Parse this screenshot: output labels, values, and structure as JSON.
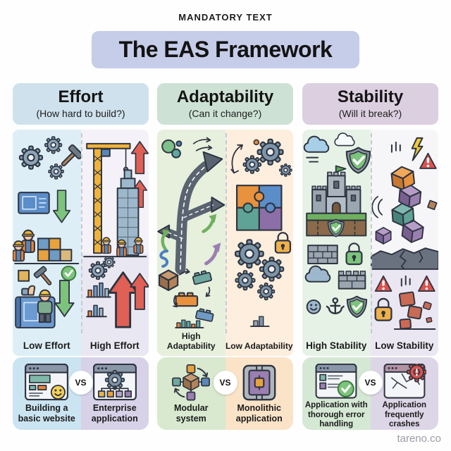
{
  "page": {
    "kicker": "MANDATORY TEXT",
    "title": "The EAS Framework",
    "vs_label": "VS",
    "watermark": "tareno.co"
  },
  "colors": {
    "banner_bg": "#c6cde9",
    "effort_header_bg": "#cfe1ec",
    "adaptability_header_bg": "#cde2d5",
    "stability_header_bg": "#dccfe0",
    "effort_left_bg": "#ddeef6",
    "effort_right_bg": "#ece9f2",
    "adaptability_left_bg": "#e6f0dd",
    "adaptability_right_bg": "#fdeedd",
    "stability_left_bg": "#e7f2e7",
    "stability_right_bg": "#ebe8f2",
    "card_effort_left_bg": "#cbe4f1",
    "card_effort_right_bg": "#d7d2e8",
    "card_adaptability_left_bg": "#d8e9cf",
    "card_adaptability_right_bg": "#fbe3c8",
    "card_stability_left_bg": "#d5e8d4",
    "card_stability_right_bg": "#ddd6e7",
    "positive_green": "#7cc47c",
    "negative_red": "#e06055",
    "outline": "#2e3440"
  },
  "columns": [
    {
      "title": "Effort",
      "subtitle": "(How hard to build?)",
      "left_label": "Low Effort",
      "right_label": "High Effort",
      "card_left_label": "Building a basic website",
      "card_right_label": "Enterprise application"
    },
    {
      "title": "Adaptability",
      "subtitle": "(Can it change?)",
      "left_label": "High Adaptability",
      "right_label": "Low Adaptability",
      "card_left_label": "Modular system",
      "card_right_label": "Monolithic application"
    },
    {
      "title": "Stability",
      "subtitle": "(Will it break?)",
      "left_label": "High Stability",
      "right_label": "Low Stability",
      "card_left_label": "Application with thorough error handling",
      "card_right_label": "Application frequently crashes"
    }
  ]
}
